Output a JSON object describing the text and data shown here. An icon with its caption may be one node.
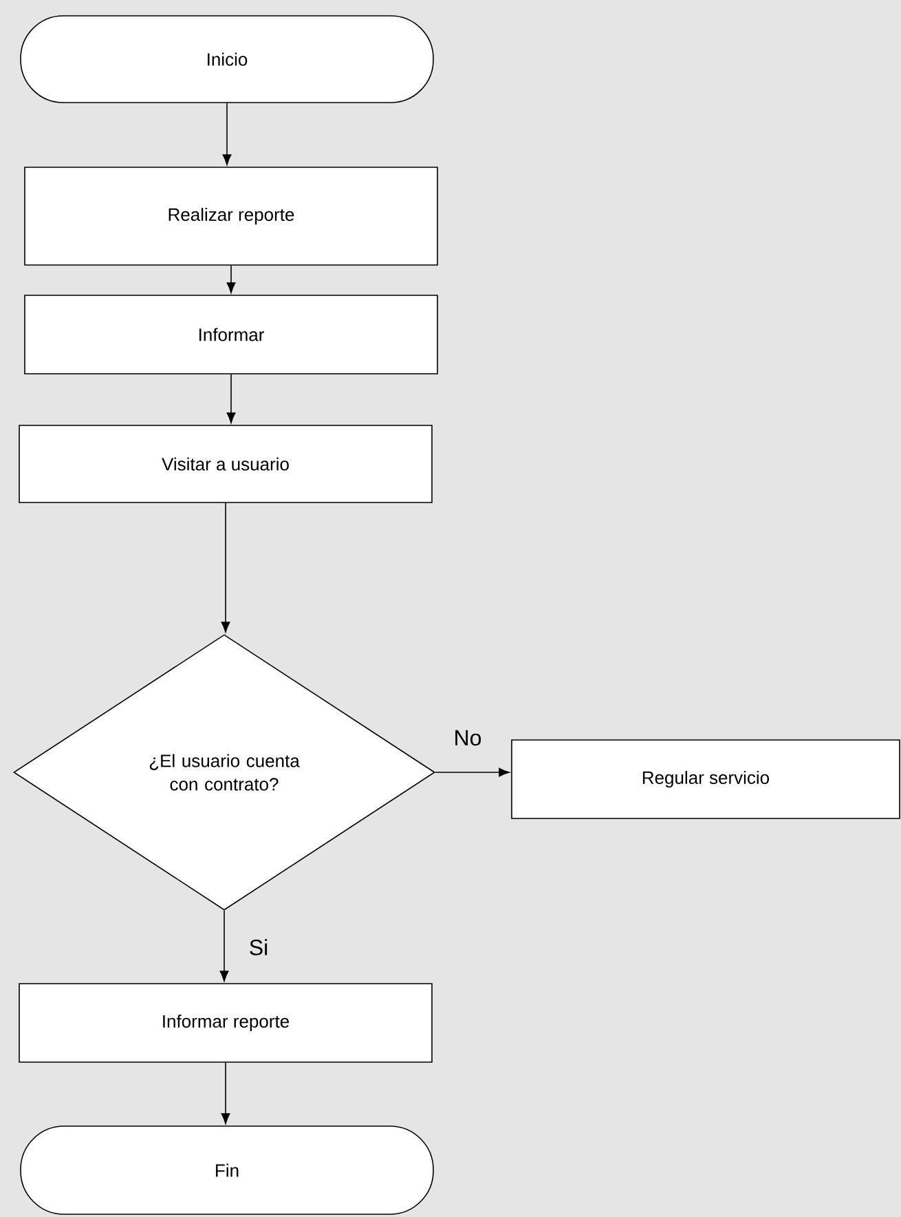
{
  "diagram": {
    "nodes": [
      {
        "text": [
          "Inicio"
        ]
      },
      {
        "text": [
          "Realizar reporte"
        ]
      },
      {
        "text": [
          "Informar"
        ]
      },
      {
        "text": [
          "Visitar a usuario"
        ]
      },
      {
        "text": [
          "¿El usuario cuenta con contrato?"
        ]
      },
      {
        "text": [
          "Regular servicio"
        ]
      },
      {
        "text": [
          "Informar reporte"
        ]
      },
      {
        "text": [
          "Fin"
        ]
      }
    ],
    "edges": [
      {
        "from": 0,
        "to": 1,
        "arrow": "to"
      },
      {
        "from": 1,
        "to": 2,
        "arrow": "to"
      },
      {
        "from": 2,
        "to": 3,
        "arrow": "to"
      },
      {
        "from": 3,
        "to": 4,
        "arrow": "to"
      },
      {
        "from": 4,
        "to": 5,
        "arrow": "to",
        "label": "No"
      },
      {
        "from": 4,
        "to": 6,
        "arrow": "to",
        "label": "Si"
      },
      {
        "from": 6,
        "to": 7,
        "arrow": "to"
      }
    ]
  }
}
